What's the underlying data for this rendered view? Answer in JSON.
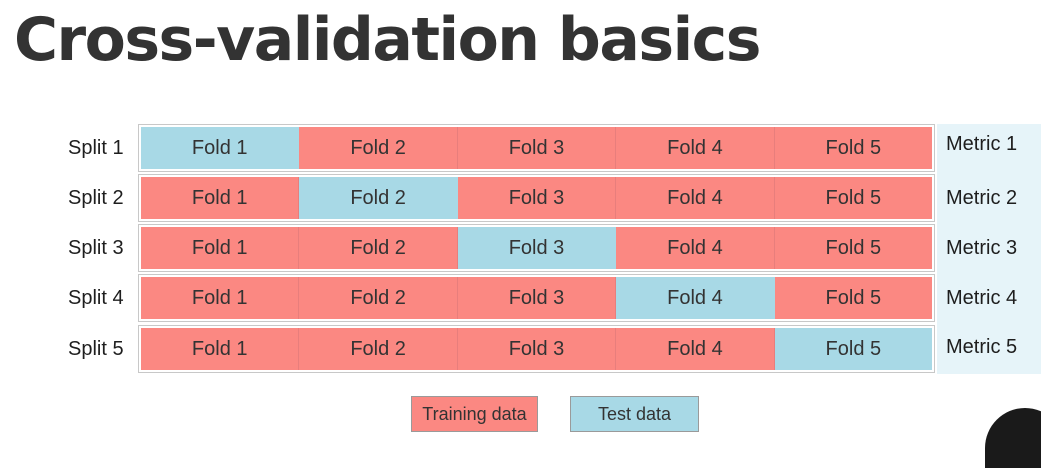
{
  "title": "Cross-validation basics",
  "colors": {
    "training": "#fb8882",
    "test": "#a8d9e6",
    "metric_panel": "#e6f4f9"
  },
  "splits": [
    {
      "label": "Split 1",
      "test_fold_index": 0,
      "folds": [
        "Fold 1",
        "Fold 2",
        "Fold 3",
        "Fold 4",
        "Fold 5"
      ],
      "metric": "Metric 1"
    },
    {
      "label": "Split 2",
      "test_fold_index": 1,
      "folds": [
        "Fold 1",
        "Fold 2",
        "Fold 3",
        "Fold 4",
        "Fold 5"
      ],
      "metric": "Metric 2"
    },
    {
      "label": "Split 3",
      "test_fold_index": 2,
      "folds": [
        "Fold 1",
        "Fold 2",
        "Fold 3",
        "Fold 4",
        "Fold 5"
      ],
      "metric": "Metric 3"
    },
    {
      "label": "Split 4",
      "test_fold_index": 3,
      "folds": [
        "Fold 1",
        "Fold 2",
        "Fold 3",
        "Fold 4",
        "Fold 5"
      ],
      "metric": "Metric 4"
    },
    {
      "label": "Split 5",
      "test_fold_index": 4,
      "folds": [
        "Fold 1",
        "Fold 2",
        "Fold 3",
        "Fold 4",
        "Fold 5"
      ],
      "metric": "Metric 5"
    }
  ],
  "legend": {
    "training_label": "Training data",
    "test_label": "Test data"
  }
}
